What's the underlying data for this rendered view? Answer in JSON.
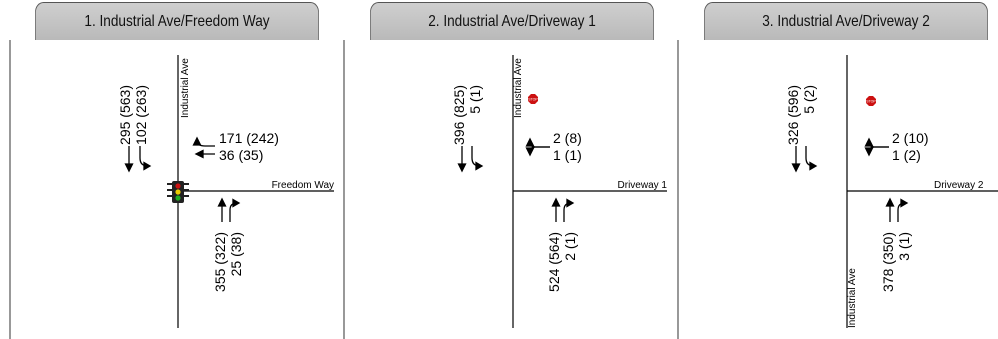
{
  "panels": [
    {
      "title": "1. Industrial Ave/Freedom Way",
      "control": "signal",
      "north_label": "Industrial Ave",
      "east_label": "Freedom Way",
      "southbound": [
        "295 (563)",
        "102 (263)"
      ],
      "westbound": [
        "171 (242)",
        "36 (35)"
      ],
      "northbound": [
        "355 (322)",
        "25 (38)"
      ]
    },
    {
      "title": "2. Industrial Ave/Driveway 1",
      "control": "stop",
      "north_label": "Industrial Ave",
      "east_label": "Driveway 1",
      "southbound": [
        "396 (825)",
        "5 (1)"
      ],
      "westbound": [
        "2 (8)",
        "1 (1)"
      ],
      "northbound": [
        "524 (564)",
        "2 (1)"
      ]
    },
    {
      "title": "3. Industrial Ave/Driveway 2",
      "control": "stop",
      "south_label": "Industrial Ave",
      "east_label": "Driveway 2",
      "southbound": [
        "326 (596)",
        "5 (2)"
      ],
      "westbound": [
        "2 (10)",
        "1 (2)"
      ],
      "northbound": [
        "378 (350)",
        "3 (1)"
      ]
    }
  ],
  "colors": {
    "tab_bg": "#c4c4c4",
    "stop_sign": "#cc1111",
    "signal_green": "#22aa22",
    "signal_yellow": "#eecc00"
  }
}
